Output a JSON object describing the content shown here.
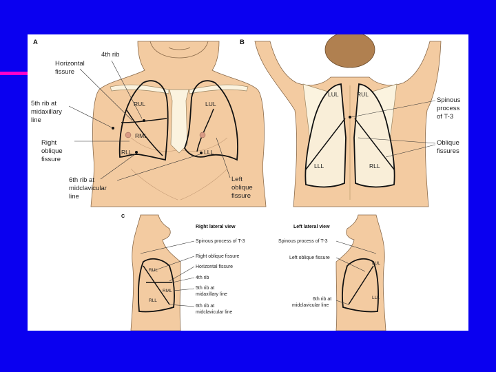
{
  "panel_a": {
    "letter": "A",
    "labels": {
      "rib4": "4th rib",
      "horizontal_fissure_1": "Horizontal",
      "horizontal_fissure_2": "fissure",
      "rib5_1": "5th rib at",
      "rib5_2": "midaxillary",
      "rib5_3": "line",
      "right_oblique_1": "Right",
      "right_oblique_2": "oblique",
      "right_oblique_3": "fissure",
      "rib6_1": "6th rib at",
      "rib6_2": "midclavicular",
      "rib6_3": "line",
      "left_oblique_1": "Left",
      "left_oblique_2": "oblique",
      "left_oblique_3": "fissure"
    },
    "lobes": {
      "rul": "RUL",
      "rml": "RML",
      "rll": "RLL",
      "lul": "LUL",
      "lll": "LLL"
    }
  },
  "panel_b": {
    "letter": "B",
    "labels": {
      "spinous_1": "Spinous",
      "spinous_2": "process",
      "spinous_3": "of T-3",
      "oblique_1": "Oblique",
      "oblique_2": "fissures"
    },
    "lobes": {
      "lul": "LUL",
      "rul": "RUL",
      "lll": "LLL",
      "rll": "RLL"
    }
  },
  "panel_c": {
    "letter": "C",
    "right_view": {
      "title": "Right lateral view",
      "labels": {
        "spinous": "Spinous process of T-3",
        "right_oblique": "Right oblique fissure",
        "horizontal": "Horizontal fissure",
        "rib4": "4th rib",
        "rib5_1": "5th rib at",
        "rib5_2": "midaxillary line",
        "rib6_1": "6th rib at",
        "rib6_2": "midclavicular line"
      },
      "lobes": {
        "rul": "RUL",
        "rml": "RML",
        "rll": "RLL"
      }
    },
    "left_view": {
      "title": "Left lateral view",
      "labels": {
        "spinous": "Spinous process of T-3",
        "left_oblique": "Left oblique fissure",
        "rib6_1": "6th rib at",
        "rib6_2": "midclavicular line"
      },
      "lobes": {
        "lul": "LUL",
        "lll": "LLL"
      }
    }
  },
  "colors": {
    "background": "#0a00f0",
    "accent": "#ff00cc",
    "skin": "#f3cba1"
  }
}
